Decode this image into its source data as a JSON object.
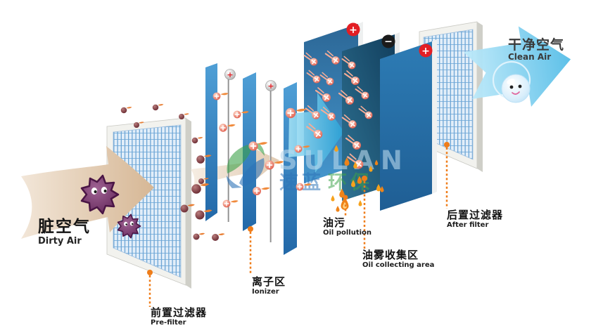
{
  "diagram": {
    "dirty_air": {
      "zh": "脏空气",
      "en": "Dirty Air"
    },
    "clean_air": {
      "zh": "干净空气",
      "en": "Clean Air"
    },
    "labels": {
      "pre_filter": {
        "zh": "前置过滤器",
        "en": "Pre-filter"
      },
      "ionizer": {
        "zh": "离子区",
        "en": "Ionizer"
      },
      "oil_pollution": {
        "zh": "油污",
        "en": "Oil pollution"
      },
      "oil_collecting": {
        "zh": "油雾收集区",
        "en": "Oil collecting area"
      },
      "after_filter": {
        "zh": "后置过滤器",
        "en": "After filter"
      }
    },
    "symbols": {
      "plus": "+",
      "minus": "−"
    },
    "watermark": {
      "latin": "SULAN",
      "zh_blue": "速蓝",
      "zh_green": "环保"
    },
    "colors": {
      "accent_orange": "#ef7d1a",
      "plate_blue": "#2f7fc2",
      "arrow_cyan": "#45b5e3",
      "arrow_beige": "#dcc2a7",
      "label_black": "#111111"
    }
  }
}
